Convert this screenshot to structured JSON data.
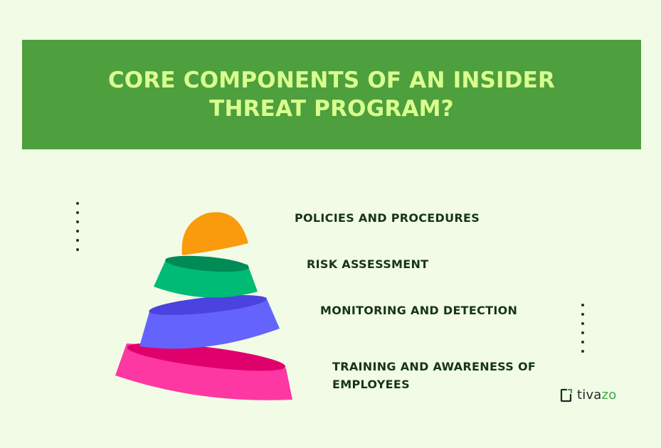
{
  "title": "CORE COMPONENTS OF AN INSIDER THREAT PROGRAM?",
  "layers": [
    {
      "label": "POLICIES AND PROCEDURES",
      "color": "#f99b0c"
    },
    {
      "label": "RISK ASSESSMENT",
      "color": "#00bb75"
    },
    {
      "label": "MONITORING AND DETECTION",
      "color": "#6464fc"
    },
    {
      "label": "TRAINING AND AWARENESS OF EMPLOYEES",
      "color": "#fd38a2"
    }
  ],
  "logo": {
    "name": "tivazo",
    "name_plain": "tiva",
    "name_accent": "zo"
  },
  "colors": {
    "background": "#f1fbe6",
    "banner": "#4e9f3d",
    "title_text": "#d9ff8f",
    "label_text": "#17341b"
  }
}
